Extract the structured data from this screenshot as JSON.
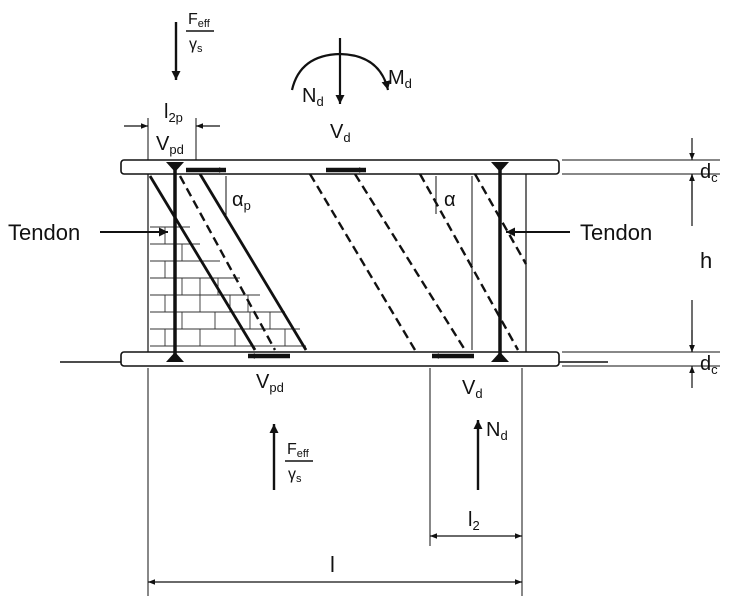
{
  "labels": {
    "tendon_left": "Tendon",
    "tendon_right": "Tendon",
    "F_top_num": "F",
    "F_top_num_sub": "eff",
    "F_top_den": "γ",
    "F_top_den_sub": "s",
    "F_bot_num": "F",
    "F_bot_num_sub": "eff",
    "F_bot_den": "γ",
    "F_bot_den_sub": "s",
    "N_top": "N",
    "N_top_sub": "d",
    "M_top": "M",
    "M_top_sub": "d",
    "V_top": "V",
    "V_top_sub": "d",
    "Vpd_top": "V",
    "Vpd_top_sub": "pd",
    "l2p": "l",
    "l2p_sub": "2p",
    "alpha_p": "α",
    "alpha_p_sub": "p",
    "alpha": "α",
    "h": "h",
    "dc_top": "d",
    "dc_top_sub": "c",
    "dc_bot": "d",
    "dc_bot_sub": "c",
    "Vpd_bot": "V",
    "Vpd_bot_sub": "pd",
    "Vd_bot": "V",
    "Vd_bot_sub": "d",
    "N_bot": "N",
    "N_bot_sub": "d",
    "l2": "l",
    "l2_sub": "2",
    "l": "l"
  }
}
